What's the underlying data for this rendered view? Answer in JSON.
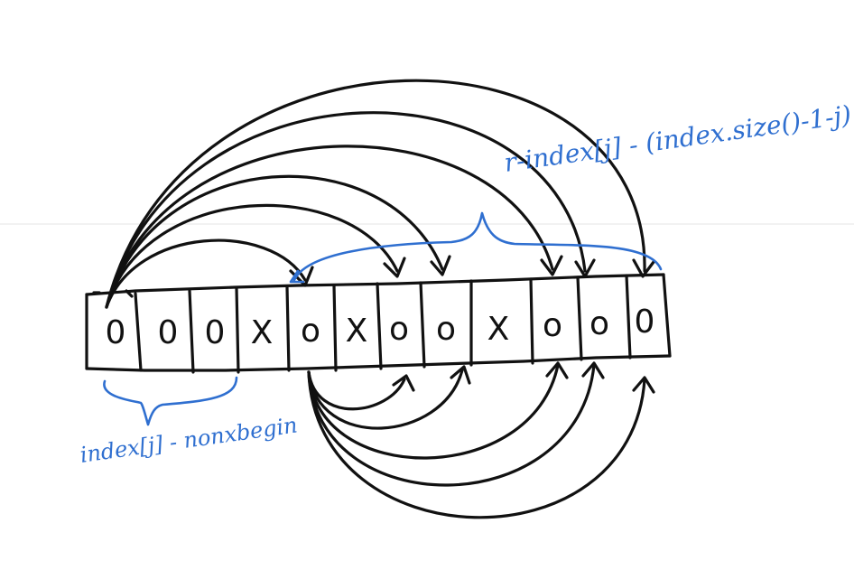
{
  "accent_color": "#2f6fd0",
  "ink_color": "#111111",
  "array_cells": [
    "0",
    "0",
    "0",
    "X",
    "o",
    "X",
    "o",
    "o",
    "X",
    "o",
    "o",
    "0"
  ],
  "annotations": {
    "left_range_label": "index[j] - nonxbegin",
    "right_range_label": "r-index[j] - (index.size()-1-j)"
  }
}
